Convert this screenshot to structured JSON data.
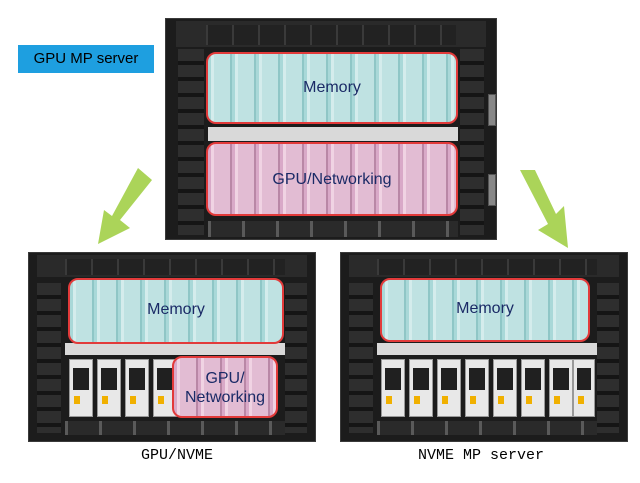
{
  "title_badge": "GPU MP server",
  "servers": {
    "top": {
      "memory_label": "Memory",
      "gpu_label": "GPU/Networking"
    },
    "left": {
      "memory_label": "Memory",
      "gpu_label_line1": "GPU/",
      "gpu_label_line2": "Networking",
      "caption": "GPU/NVME"
    },
    "right": {
      "memory_label": "Memory",
      "caption": "NVME MP server"
    }
  },
  "colors": {
    "badge": "#1e9fe0",
    "memory": "#bfe2e2",
    "gpu": "#e2bcd3",
    "outline": "#e23a3a",
    "arrow": "#9ccc3c"
  }
}
